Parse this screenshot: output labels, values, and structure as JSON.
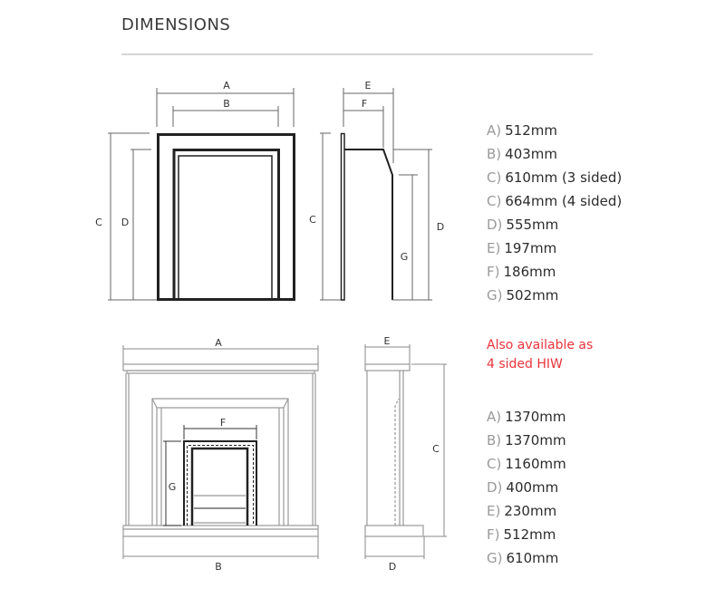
{
  "heading": "DIMENSIONS",
  "insert_diagram": {
    "front_labels": {
      "a": "A",
      "b": "B",
      "c": "C",
      "d": "D"
    },
    "side_labels": {
      "e": "E",
      "f": "F",
      "c": "C",
      "d": "D",
      "g": "G"
    }
  },
  "insert_dimensions": [
    {
      "key": "A)",
      "value": "512mm"
    },
    {
      "key": "B)",
      "value": "403mm"
    },
    {
      "key": "C)",
      "value": "610mm (3 sided)"
    },
    {
      "key": "C)",
      "value": "664mm (4 sided)"
    },
    {
      "key": "D)",
      "value": "555mm"
    },
    {
      "key": "E)",
      "value": "197mm"
    },
    {
      "key": "F)",
      "value": "186mm"
    },
    {
      "key": "G)",
      "value": "502mm"
    }
  ],
  "note": {
    "line1": "Also available as",
    "line2": "4 sided HIW",
    "color": "#e8343c"
  },
  "suite_diagram": {
    "front_labels": {
      "a": "A",
      "b": "B",
      "f": "F",
      "g": "G"
    },
    "side_labels": {
      "e": "E",
      "c": "C",
      "d": "D"
    }
  },
  "suite_dimensions": [
    {
      "key": "A)",
      "value": "1370mm"
    },
    {
      "key": "B)",
      "value": "1370mm"
    },
    {
      "key": "C)",
      "value": "1160mm"
    },
    {
      "key": "D)",
      "value": "400mm"
    },
    {
      "key": "E)",
      "value": "230mm"
    },
    {
      "key": "F)",
      "value": "512mm"
    },
    {
      "key": "G)",
      "value": "610mm"
    }
  ]
}
